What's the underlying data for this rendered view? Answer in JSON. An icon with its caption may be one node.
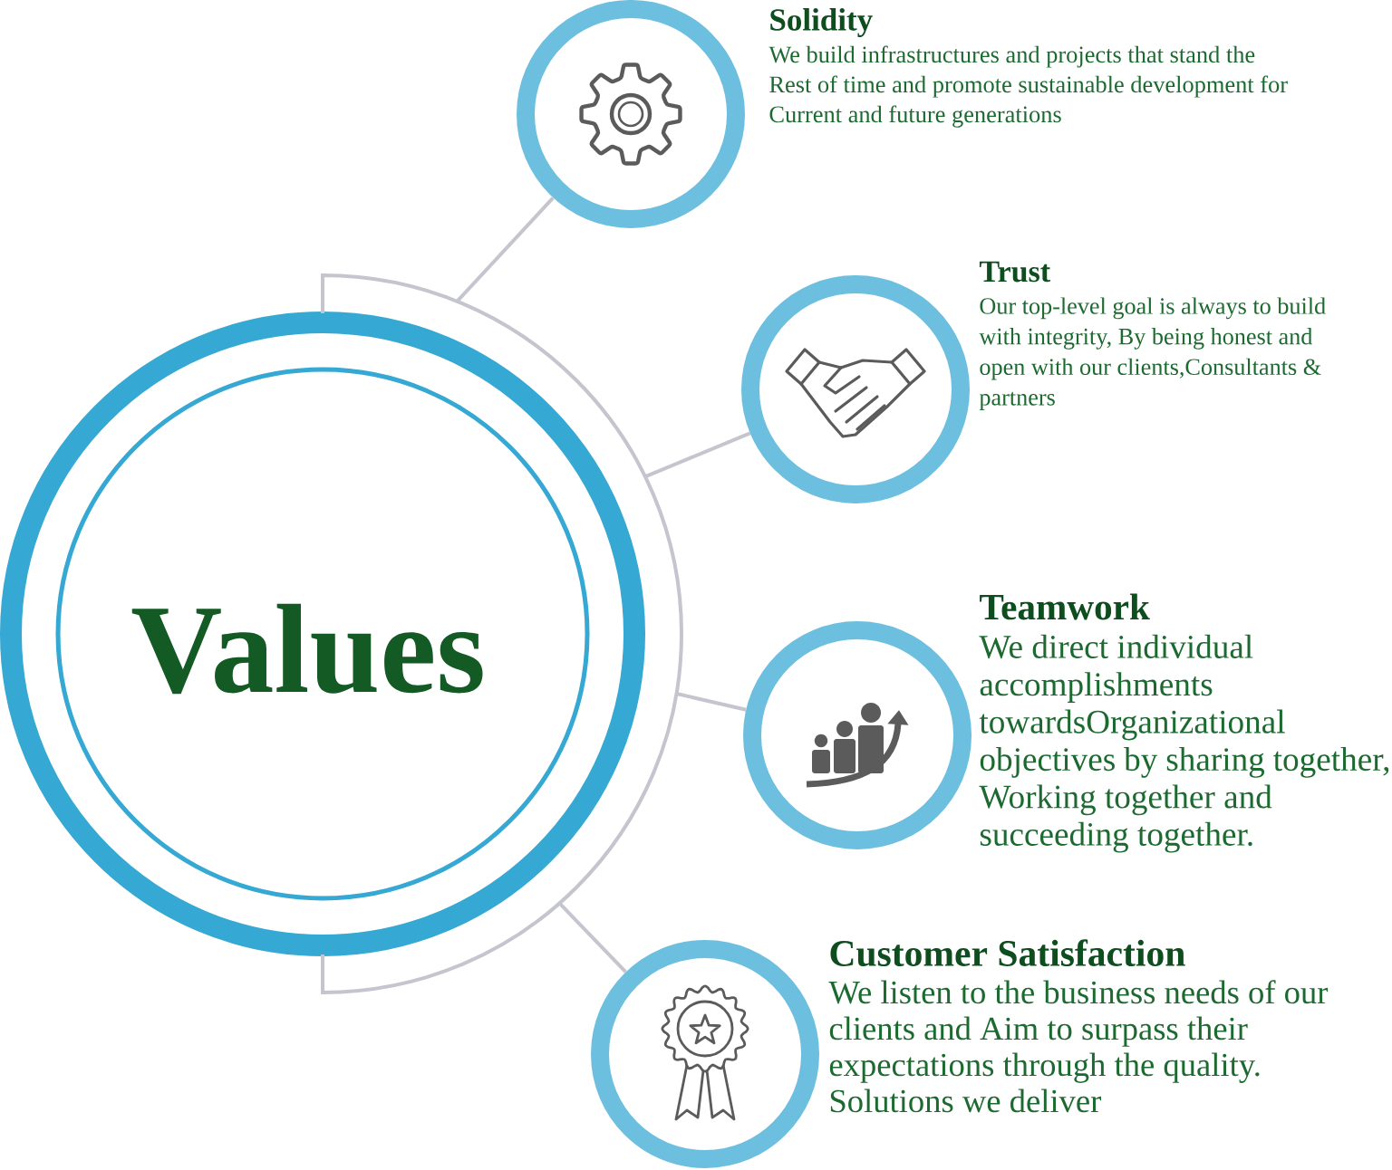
{
  "diagram": {
    "nodes": [
      {
        "text": [
          "Values"
        ]
      },
      {
        "text": [
          "Solidity",
          "We build infrastructures and projects that stand the Rest of time and promote sustainable development for Current and future generations"
        ]
      },
      {
        "text": [
          "Trust",
          "Our top-level goal is always to build with integrity, By being honest and open with our clients,Consultants & partners"
        ]
      },
      {
        "text": [
          "Teamwork",
          "We direct individual accomplishments towardsOrganizational objectives by sharing together, Working together and succeeding together."
        ]
      },
      {
        "text": [
          "Customer Satisfaction",
          "We listen to the business needs of our clients and Aim to surpass their expectations through the quality. Solutions we deliver"
        ]
      }
    ],
    "edges": [
      {
        "from": 0,
        "to": 1,
        "arrow": "none"
      },
      {
        "from": 0,
        "to": 2,
        "arrow": "none"
      },
      {
        "from": 0,
        "to": 3,
        "arrow": "none"
      },
      {
        "from": 0,
        "to": 4,
        "arrow": "none"
      }
    ]
  }
}
